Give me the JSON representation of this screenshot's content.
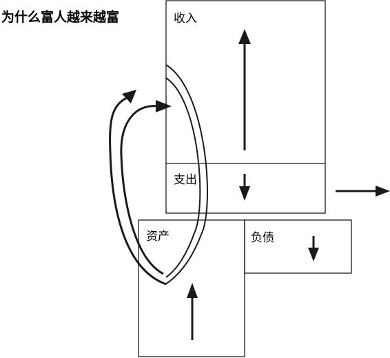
{
  "title": "为什么富人越来越富",
  "boxes": {
    "income": {
      "label": "收入"
    },
    "expense": {
      "label": "支出"
    },
    "assets": {
      "label": "资产"
    },
    "liabilities": {
      "label": "负债"
    }
  },
  "colors": {
    "stroke": "#1a1a1a",
    "background": "#ffffff"
  }
}
